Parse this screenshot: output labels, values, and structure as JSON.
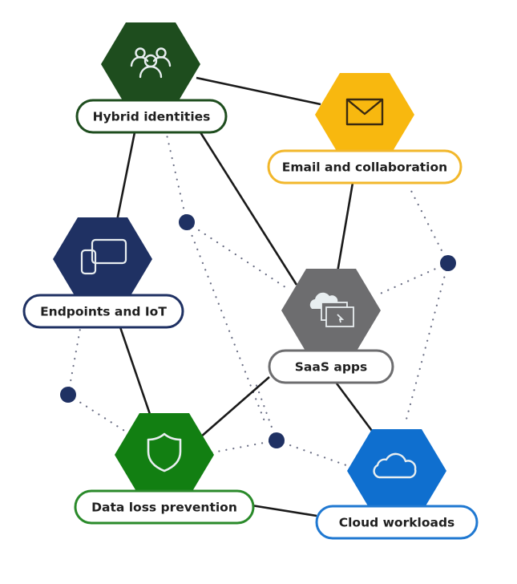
{
  "diagram": {
    "colors": {
      "solid_link": "#1a1a1a",
      "dotted_link": "#6b6f85",
      "hub_dot": "#1f3163",
      "icon_stroke_light": "#e8eef0",
      "icon_stroke_dark": "#3a2a10"
    },
    "nodes": [
      {
        "id": "hybrid",
        "label": "Hybrid identities",
        "icon": "people-group-icon",
        "color": "#1e4d1e",
        "border": "#1e4d1e"
      },
      {
        "id": "email",
        "label": "Email and collaboration",
        "icon": "envelope-icon",
        "color": "#f8b80f",
        "border": "#f2b72b"
      },
      {
        "id": "endpoints",
        "label": "Endpoints and IoT",
        "icon": "devices-icon",
        "color": "#1f3163",
        "border": "#1f3163"
      },
      {
        "id": "saas",
        "label": "SaaS apps",
        "icon": "cloud-windows-icon",
        "color": "#6d6d6f",
        "border": "#6d6d6f"
      },
      {
        "id": "dlp",
        "label": "Data loss prevention",
        "icon": "shield-icon",
        "color": "#127f12",
        "border": "#2a8a2a"
      },
      {
        "id": "cloud",
        "label": "Cloud workloads",
        "icon": "cloud-icon",
        "color": "#0f6fcf",
        "border": "#1f78d1"
      }
    ],
    "solid_links": [
      [
        "hybrid",
        "email"
      ],
      [
        "hybrid",
        "endpoints"
      ],
      [
        "hybrid",
        "saas"
      ],
      [
        "email",
        "saas"
      ],
      [
        "endpoints",
        "dlp"
      ],
      [
        "saas",
        "dlp"
      ],
      [
        "saas",
        "cloud"
      ],
      [
        "dlp",
        "cloud"
      ]
    ],
    "hub_dots": [
      {
        "id": "dot-a",
        "links": [
          "hybrid",
          "saas",
          "dlp"
        ]
      },
      {
        "id": "dot-b",
        "links": [
          "email",
          "saas",
          "cloud"
        ]
      },
      {
        "id": "dot-c",
        "links": [
          "endpoints",
          "dlp"
        ]
      },
      {
        "id": "dot-d",
        "links": [
          "dlp",
          "cloud",
          "saas"
        ]
      }
    ]
  }
}
